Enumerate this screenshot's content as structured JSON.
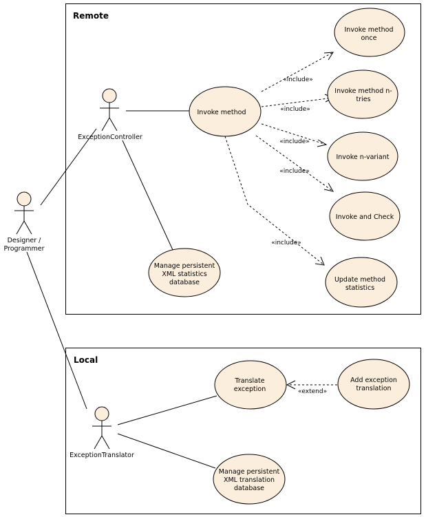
{
  "boundaries": {
    "remote": "Remote",
    "local": "Local"
  },
  "actors": {
    "designer": [
      "Designer /",
      "Programmer"
    ],
    "exception_controller": [
      "ExceptionController"
    ],
    "exception_translator": [
      "ExceptionTranslator"
    ]
  },
  "use_cases": {
    "invoke_method": [
      "Invoke method"
    ],
    "invoke_once": [
      "Invoke method",
      "once"
    ],
    "invoke_n_tries": [
      "Invoke method n-",
      "tries"
    ],
    "invoke_n_variant": [
      "Invoke n-variant"
    ],
    "invoke_and_check": [
      "Invoke and Check"
    ],
    "update_statistics": [
      "Update method",
      "statistics"
    ],
    "manage_xml_statistics": [
      "Manage persistent",
      "XML statistics",
      "database"
    ],
    "translate_exception": [
      "Translate",
      "exception"
    ],
    "add_exception_translation": [
      "Add exception",
      "translation"
    ],
    "manage_xml_translation": [
      "Manage persistent",
      "XML translation",
      "database"
    ]
  },
  "relations": {
    "include_label": "«include»",
    "extend_label": "«extend»"
  },
  "colors": {
    "use_case_fill": "#fbeedd",
    "stroke": "#000000"
  }
}
